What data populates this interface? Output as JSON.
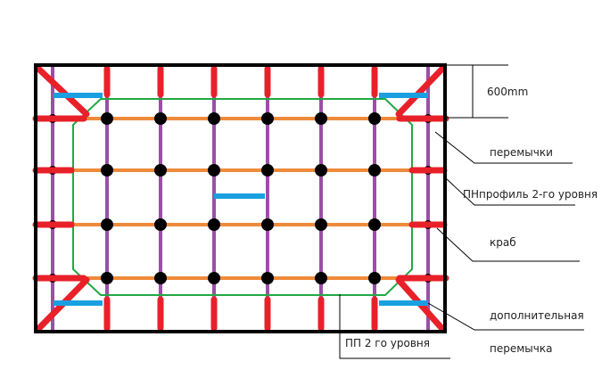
{
  "labels": {
    "dimension": "600mm",
    "jumpers": "перемычки",
    "pn_profile": "ПНпрофиль 2-го уровня",
    "crab": "краб",
    "additional_line1": "дополнительная",
    "additional_line2": "перемычка",
    "pp_profile": "ПП 2  го уровня"
  },
  "colors": {
    "frame": "#000000",
    "purple_profile": "#9b4fa6",
    "orange_profile": "#ef8a3a",
    "green_outline": "#22a845",
    "red_jumper": "#e8202a",
    "blue_jumper": "#1aa0e0",
    "crab_dot": "#000000"
  }
}
